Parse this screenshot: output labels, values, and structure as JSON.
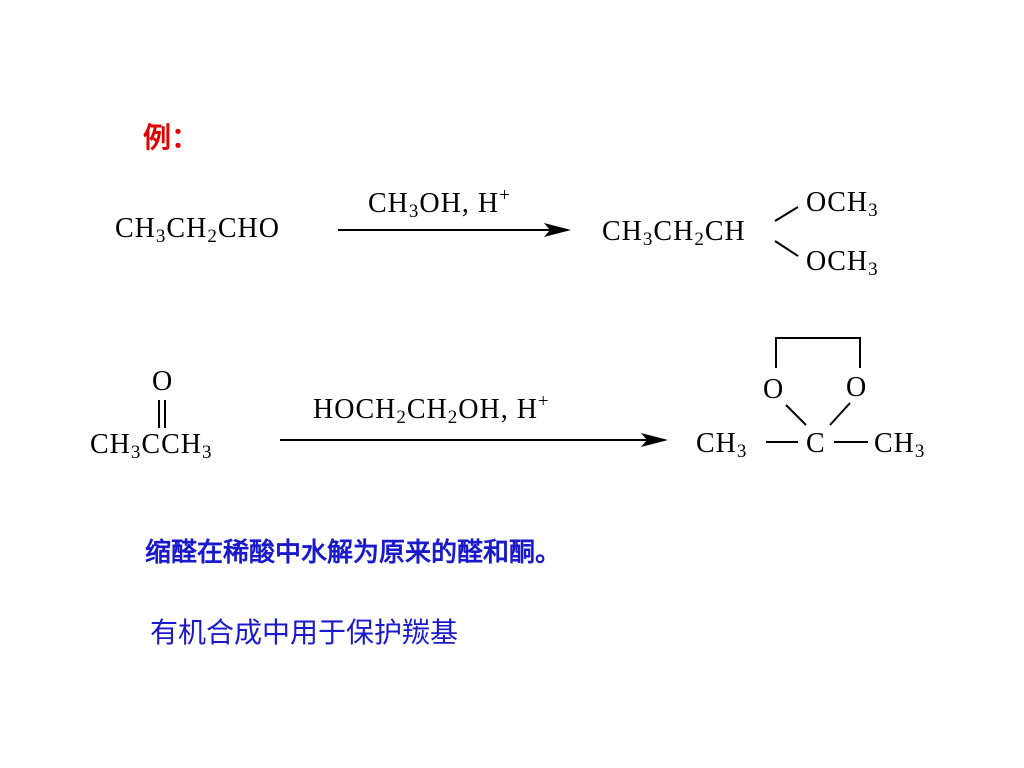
{
  "labels": {
    "example": "例：",
    "note_hydrolysis": "缩醛在稀酸中水解为原来的醛和酮。",
    "note_protection": "有机合成中用于保护羰基"
  },
  "reaction1": {
    "reactant": {
      "p1": "CH",
      "s1": "3",
      "p2": "CH",
      "s2": "2",
      "p3": "CHO"
    },
    "conditions": {
      "p1": "CH",
      "s1": "3",
      "p2": "OH, H",
      "sup": "+"
    },
    "product": {
      "main": {
        "p1": "CH",
        "s1": "3",
        "p2": "CH",
        "s2": "2",
        "p3": "CH"
      },
      "upper": {
        "p1": "OCH",
        "s1": "3"
      },
      "lower": {
        "p1": "OCH",
        "s1": "3"
      }
    }
  },
  "reaction2": {
    "reactant": {
      "carbonyl_o": "O",
      "chain": {
        "p1": "CH",
        "s1": "3",
        "p2": "CCH",
        "s2": "3"
      }
    },
    "conditions": {
      "p1": "HOCH",
      "s1": "2",
      "p2": "CH",
      "s2": "2",
      "p3": "OH,  H",
      "sup": "+"
    },
    "product": {
      "ring_o_left": "O",
      "ring_o_right": "O",
      "left": {
        "p1": "CH",
        "s1": "3"
      },
      "center": "C",
      "right": {
        "p1": "CH",
        "s1": "3"
      }
    }
  },
  "colors": {
    "example_label": "#e00000",
    "note_text": "#1a1acc",
    "structure": "#000000"
  }
}
